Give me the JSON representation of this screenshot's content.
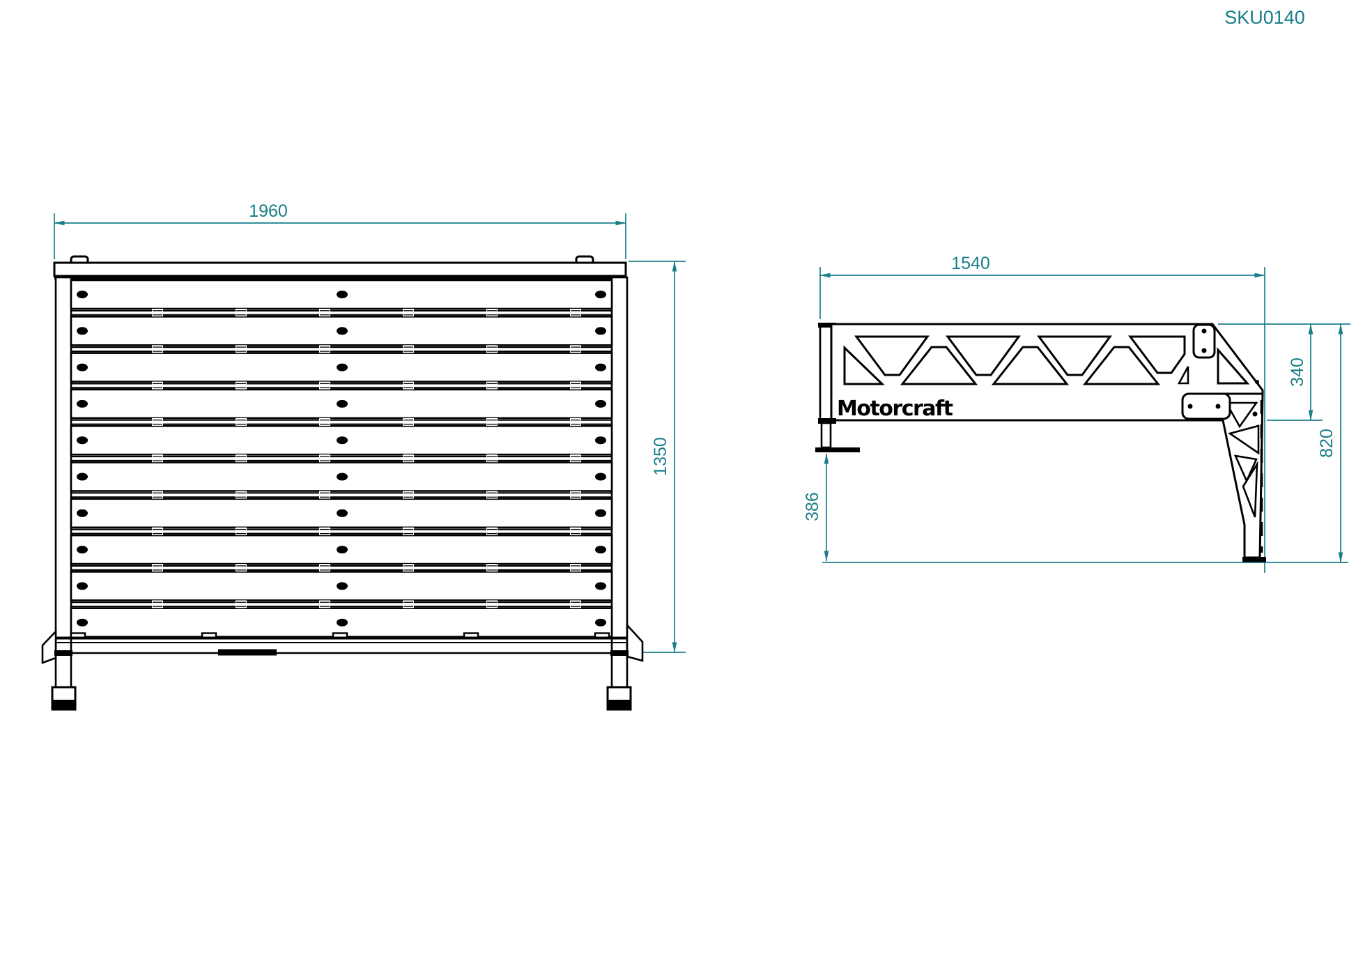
{
  "meta": {
    "sku_label": "SKU0140"
  },
  "colors": {
    "dimension_accent": "#1a7e89",
    "line_color": "#000000",
    "background": "#ffffff"
  },
  "front_view": {
    "dim_width": "1960",
    "dim_height": "1350",
    "slat_rows": 10,
    "bolt_columns": 3
  },
  "side_view": {
    "logo_text": "Motorcraft",
    "dim_length": "1540",
    "dim_upper_height": "340",
    "dim_overall_height": "820",
    "dim_leg_height": "386"
  }
}
